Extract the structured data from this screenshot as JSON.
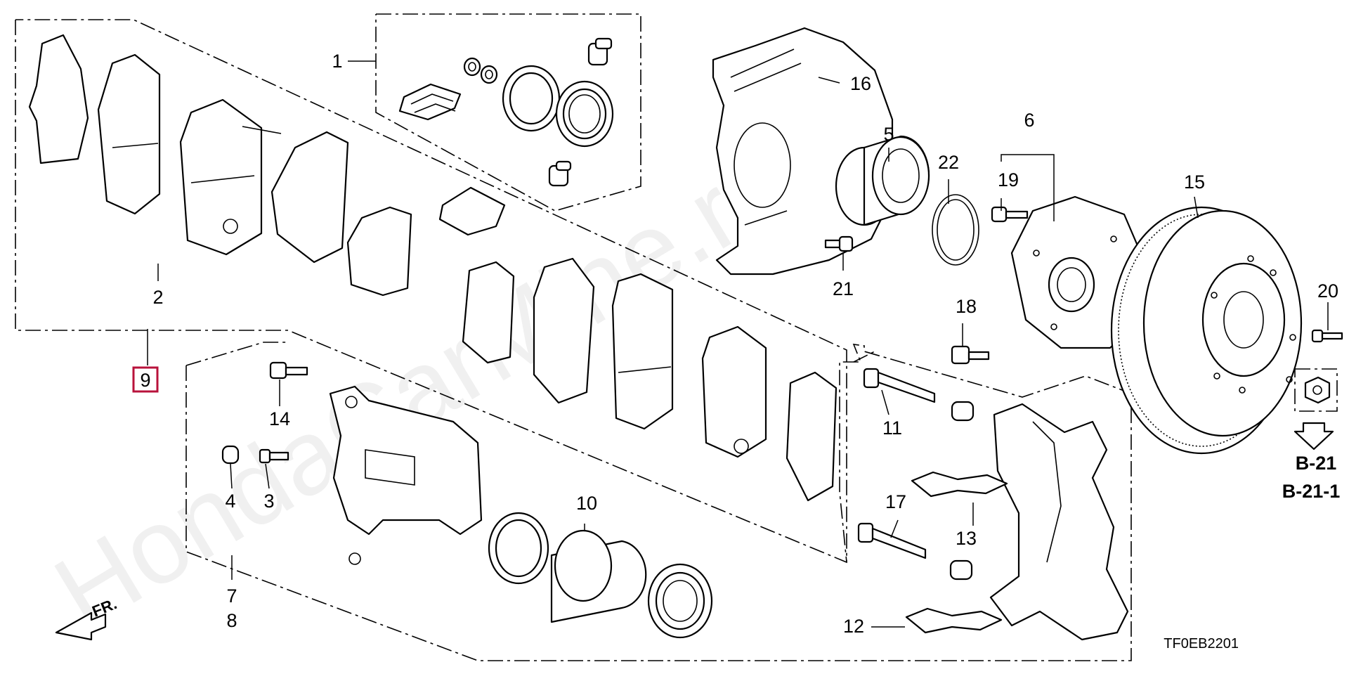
{
  "diagram": {
    "watermark": "HondaCarMine.ru",
    "diagram_code": "TF0EB2201",
    "front_indicator": "FR.",
    "highlighted_part": "9",
    "reference_pages": [
      "B-21",
      "B-21-1"
    ],
    "callouts": [
      "1",
      "2",
      "3",
      "4",
      "5",
      "6",
      "7",
      "8",
      "10",
      "11",
      "12",
      "13",
      "14",
      "15",
      "16",
      "17",
      "18",
      "19",
      "20",
      "21",
      "22"
    ]
  }
}
